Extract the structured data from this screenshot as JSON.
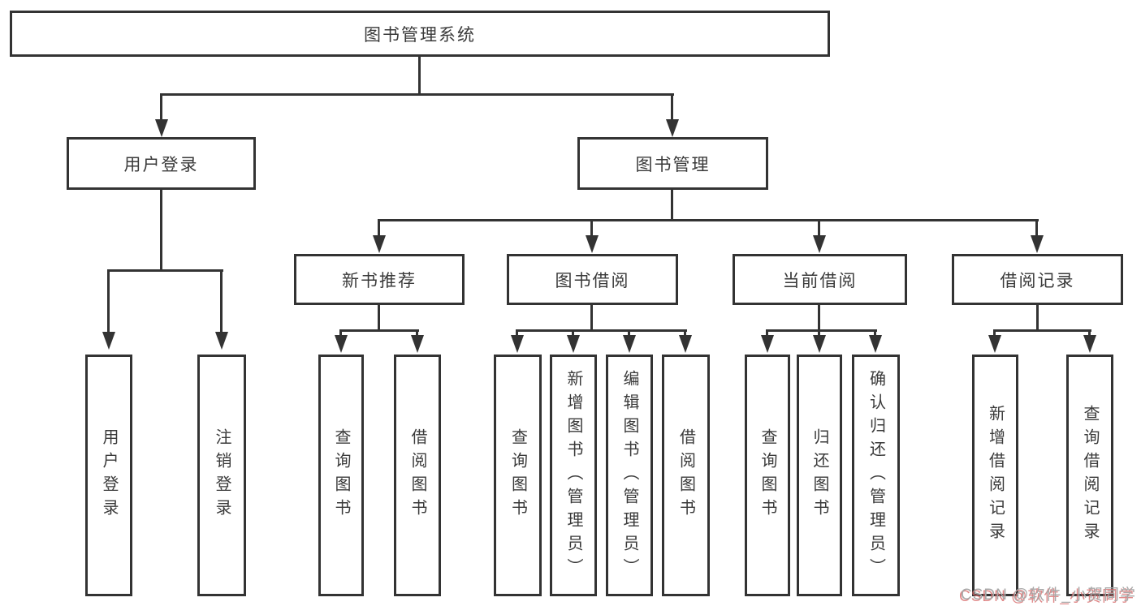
{
  "colors": {
    "background": "#ffffff",
    "line": "#333333",
    "text": "#3a3a3a",
    "watermark_text": "#a8a8a8",
    "watermark_shadow": "#d86b6b"
  },
  "tree": {
    "root": {
      "label": "图书管理系统"
    },
    "branches": [
      {
        "label": "用户登录",
        "children": [
          "用户登录",
          "注销登录"
        ]
      },
      {
        "label": "图书管理",
        "groups": [
          {
            "label": "新书推荐",
            "children": [
              "查询图书",
              "借阅图书"
            ]
          },
          {
            "label": "图书借阅",
            "children": [
              "查询图书",
              "新增图书（管理员）",
              "编辑图书（管理员）",
              "借阅图书"
            ]
          },
          {
            "label": "当前借阅",
            "children": [
              "查询图书",
              "归还图书",
              "确认归还（管理员）"
            ]
          },
          {
            "label": "借阅记录",
            "children": [
              "新增借阅记录",
              "查询借阅记录"
            ]
          }
        ]
      }
    ]
  },
  "watermark": {
    "text": "CSDN @软件_小贺同学"
  }
}
